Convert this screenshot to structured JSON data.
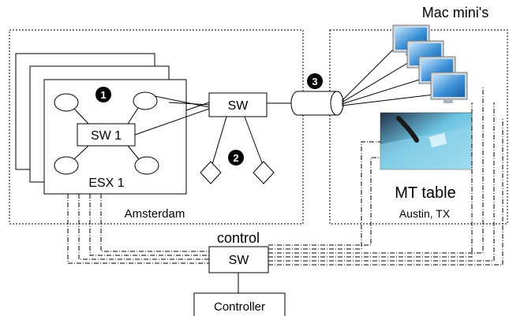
{
  "labels": {
    "mac_minis": "Mac mini's",
    "sw_main": "SW",
    "sw_inner": "SW 1",
    "esx": "ESX 1",
    "amsterdam": "Amsterdam",
    "mt_table": "MT table",
    "austin": "Austin, TX",
    "control": "control",
    "sw_control": "SW",
    "controller": "Controller"
  },
  "markers": {
    "m1": "1",
    "m2": "2",
    "m3": "3"
  },
  "colors": {
    "stroke": "#000000",
    "screen": "#2f7fc4",
    "screen_light": "#8cc6ef",
    "photo_bg": "#1b2130",
    "photo_table": "#5fb6d8"
  }
}
